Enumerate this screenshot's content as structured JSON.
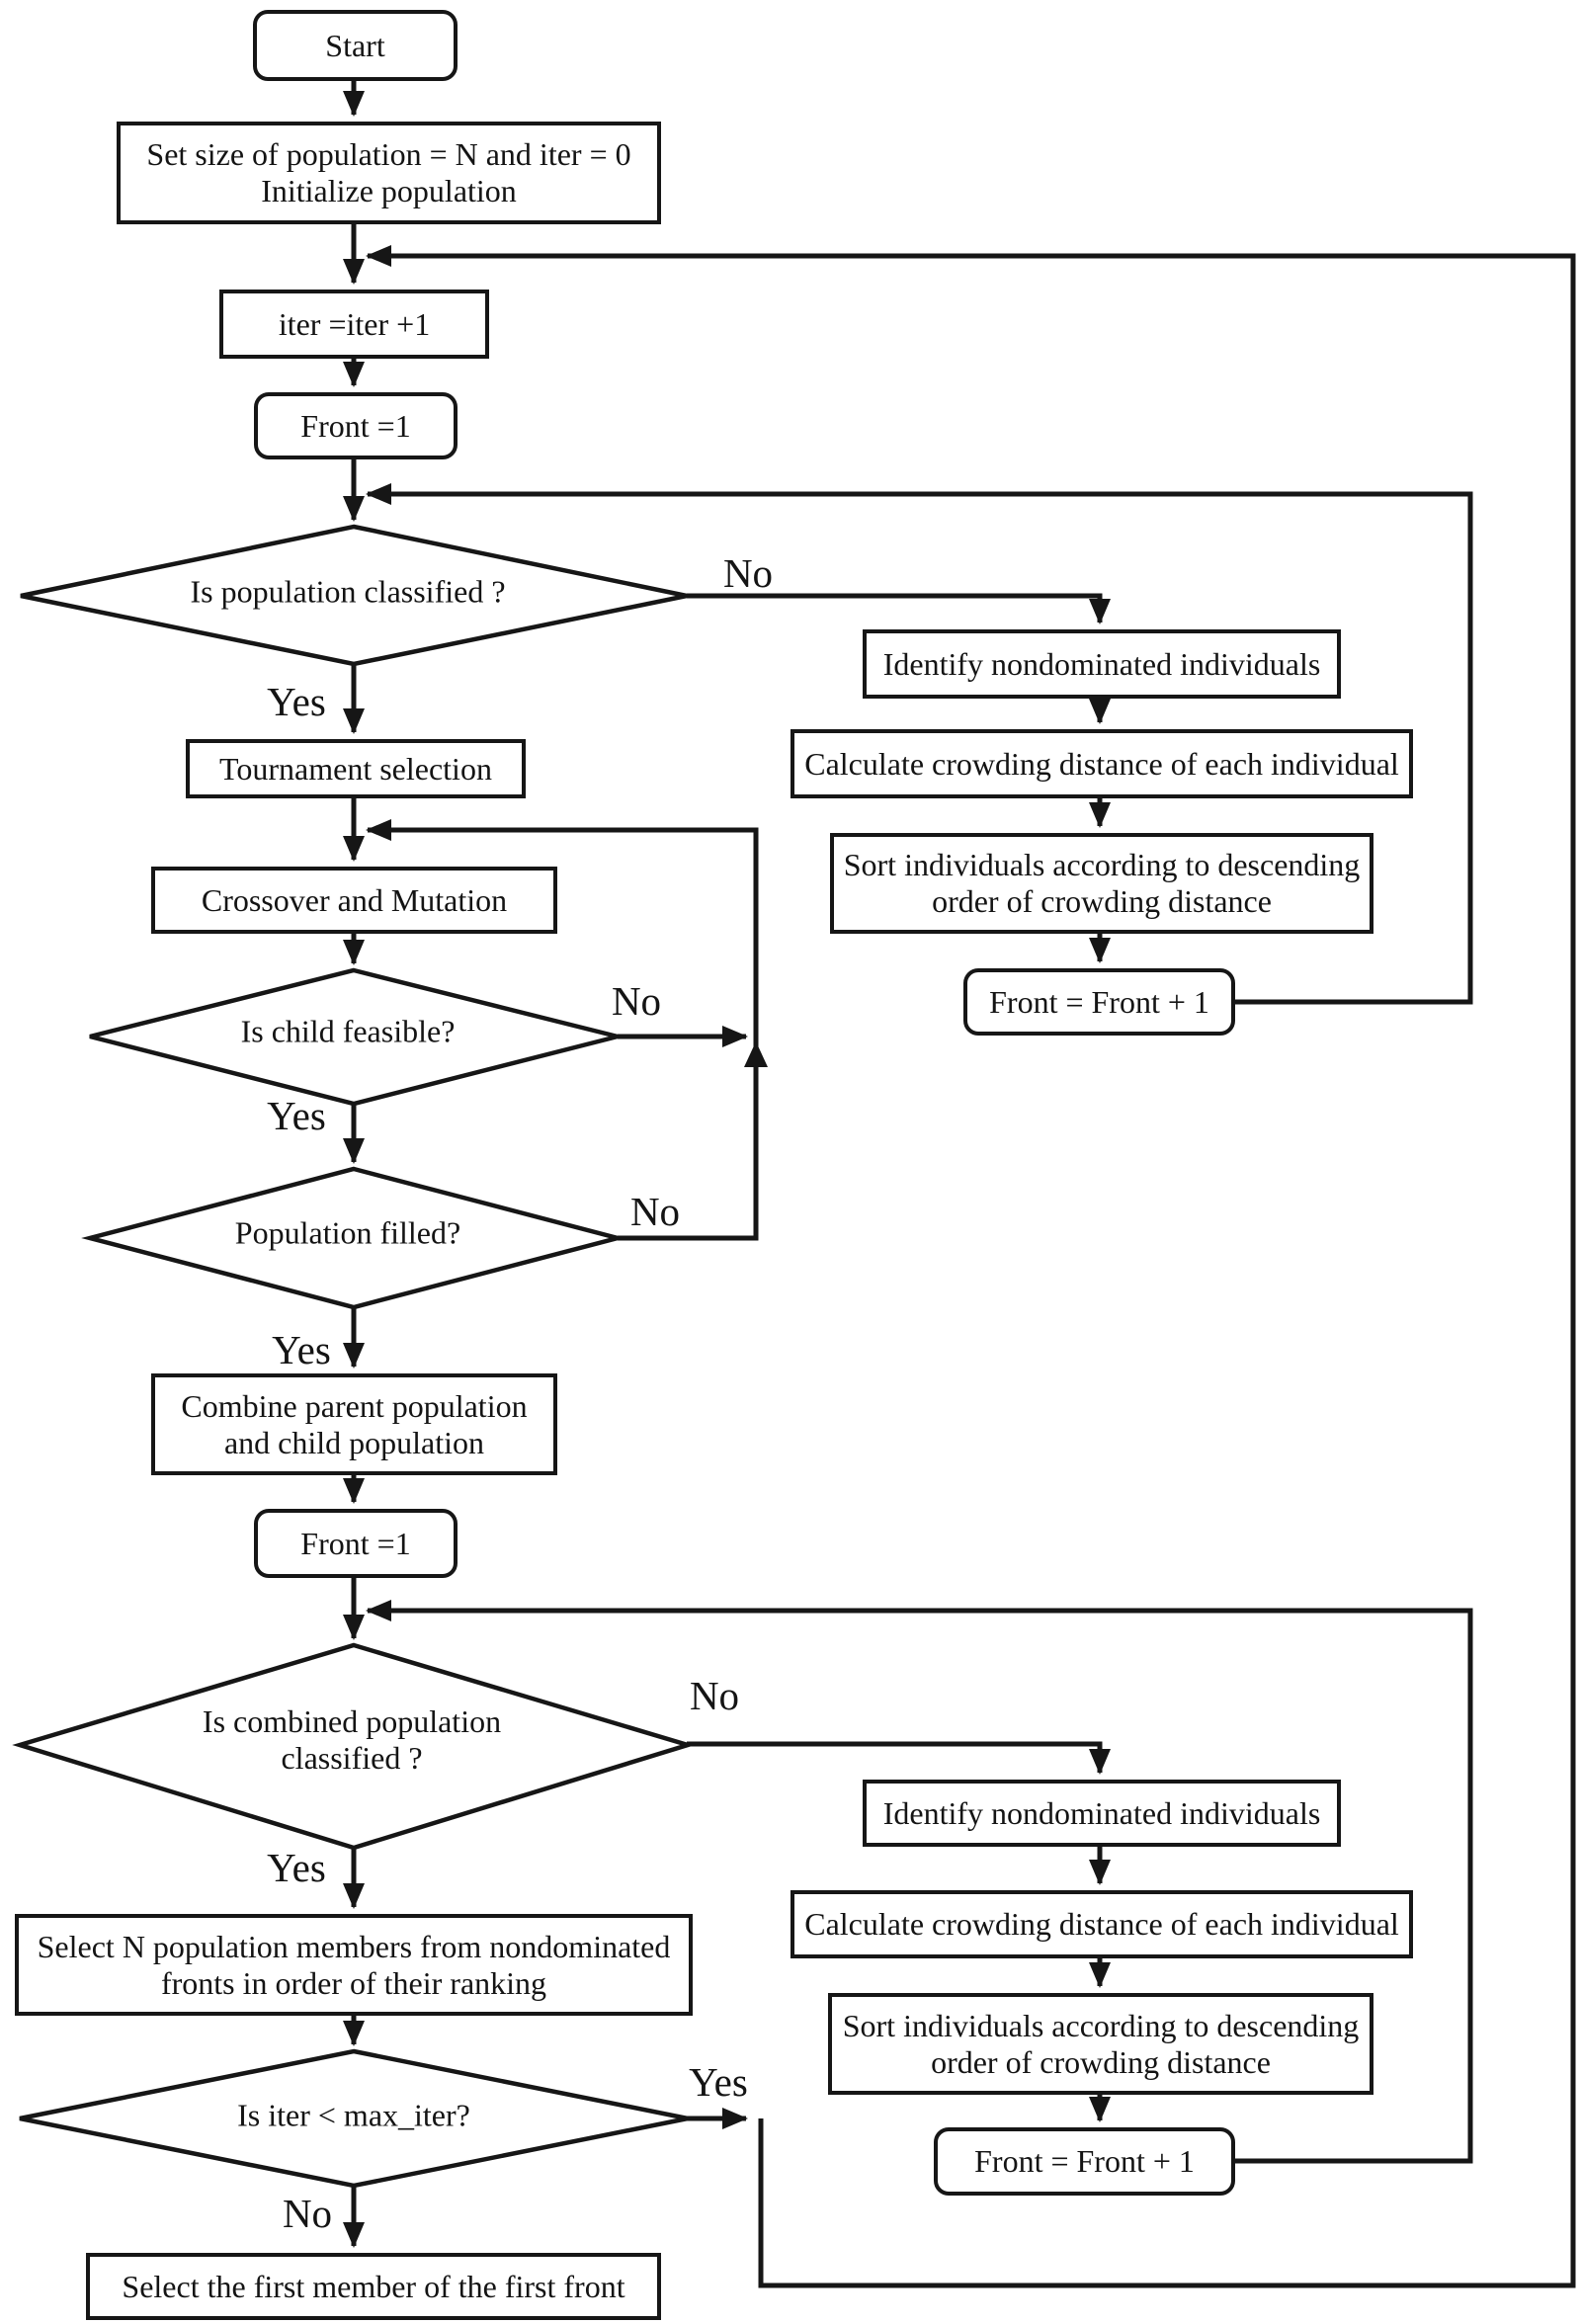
{
  "nodes": {
    "start": {
      "label": "Start"
    },
    "init": {
      "lines": [
        "Set size of population = N and iter = 0",
        "Initialize population"
      ]
    },
    "iter_inc": {
      "label": "iter =iter +1"
    },
    "front_init_1": {
      "label": "Front =1"
    },
    "d_pop_classified": {
      "label": "Is population classified ?"
    },
    "tournament": {
      "label": "Tournament selection"
    },
    "crossover": {
      "label": "Crossover and Mutation"
    },
    "d_child_feasible": {
      "label": "Is child feasible?"
    },
    "d_pop_filled": {
      "label": "Population filled?"
    },
    "combine": {
      "lines": [
        "Combine parent population",
        "and child population"
      ]
    },
    "front_init_2": {
      "label": "Front =1"
    },
    "d_combined_classified": {
      "lines": [
        "Is combined population",
        "classified ?"
      ]
    },
    "select_n": {
      "lines": [
        "Select N population members from nondominated",
        "fronts in order of their ranking"
      ]
    },
    "d_iter_max": {
      "label": "Is iter < max_iter?"
    },
    "select_first": {
      "label": "Select the first member of the first front"
    },
    "identify_1": {
      "label": "Identify nondominated individuals"
    },
    "calc_1": {
      "label": "Calculate crowding distance of each individual"
    },
    "sort_1": {
      "lines": [
        "Sort individuals according to descending",
        "order of crowding distance"
      ]
    },
    "front_pp_1": {
      "label": "Front = Front + 1"
    },
    "identify_2": {
      "label": "Identify nondominated individuals"
    },
    "calc_2": {
      "label": "Calculate crowding distance of each individual"
    },
    "sort_2": {
      "lines": [
        "Sort individuals according to descending",
        "order of crowding distance"
      ]
    },
    "front_pp_2": {
      "label": "Front = Front + 1"
    }
  },
  "edge_labels": {
    "d1_no": "No",
    "d1_yes": "Yes",
    "d2_no": "No",
    "d2_yes": "Yes",
    "d3_no": "No",
    "d3_yes": "Yes",
    "d4_no": "No",
    "d4_yes": "Yes",
    "d5_yes": "Yes",
    "d5_no": "No"
  },
  "colors": {
    "line": "#161616",
    "background": "#ffffff",
    "text": "#141414"
  }
}
